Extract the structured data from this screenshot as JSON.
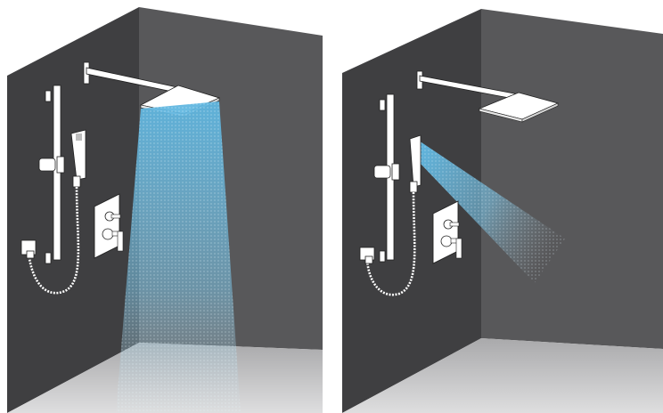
{
  "image": {
    "kind": "product illustration",
    "panels": [
      {
        "mode": "rain-shower-head",
        "spray_color": "#5fb6e0",
        "elements": [
          "back-wall",
          "side-wall",
          "floor",
          "shower-arm",
          "rain-shower-head",
          "slide-bar",
          "hand-shower",
          "hose",
          "wall-outlet",
          "diverter-valve",
          "water-spray"
        ]
      },
      {
        "mode": "hand-shower",
        "spray_color": "#5fb6e0",
        "elements": [
          "back-wall",
          "side-wall",
          "floor",
          "shower-arm",
          "rain-shower-head",
          "slide-bar",
          "hand-shower",
          "hose",
          "wall-outlet",
          "diverter-valve",
          "water-spray"
        ]
      }
    ],
    "colors": {
      "background": "#ffffff",
      "wall_dark": "#3f3f41",
      "wall_mid": "#59595b",
      "floor": "#c8c8ca",
      "fixture": "#ffffff",
      "fixture_outline": "#222222",
      "water": "#5fb6e0"
    }
  }
}
